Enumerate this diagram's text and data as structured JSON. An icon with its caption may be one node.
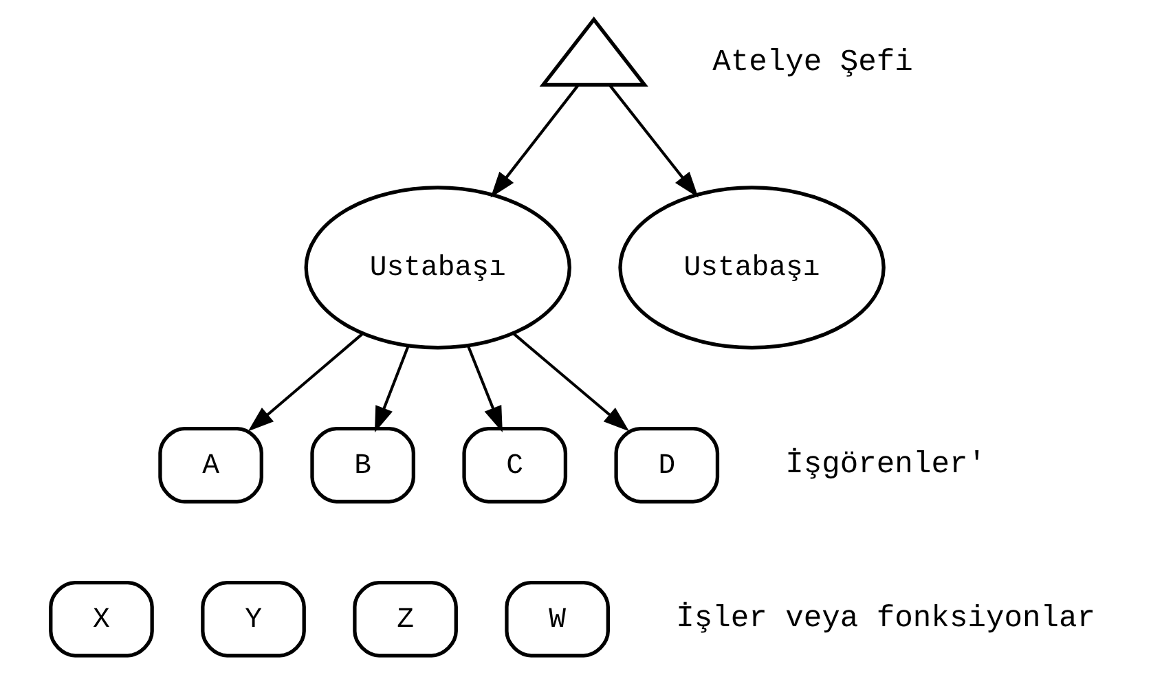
{
  "diagram": {
    "nodes": [
      {
        "text": [],
        "shape": "triangle",
        "beside": [
          "Atelye Şefi"
        ]
      },
      {
        "text": [
          "Ustabaşı"
        ]
      },
      {
        "text": [
          "Ustabaşı"
        ]
      },
      {
        "text": [
          "A"
        ]
      },
      {
        "text": [
          "B"
        ]
      },
      {
        "text": [
          "C"
        ]
      },
      {
        "text": [
          "D"
        ]
      },
      {
        "text": [
          "X"
        ]
      },
      {
        "text": [
          "Y"
        ]
      },
      {
        "text": [
          "Z"
        ]
      },
      {
        "text": [
          "W"
        ]
      }
    ],
    "edges": [
      {
        "from": 0,
        "to": 1,
        "arrow": "to"
      },
      {
        "from": 0,
        "to": 2,
        "arrow": "to"
      },
      {
        "from": 1,
        "to": 3,
        "arrow": "to"
      },
      {
        "from": 1,
        "to": 4,
        "arrow": "to"
      },
      {
        "from": 1,
        "to": 5,
        "arrow": "to"
      },
      {
        "from": 1,
        "to": 6,
        "arrow": "to"
      }
    ],
    "labels": [
      "İşgörenler'",
      "İşler veya fonksiyonlar"
    ]
  }
}
